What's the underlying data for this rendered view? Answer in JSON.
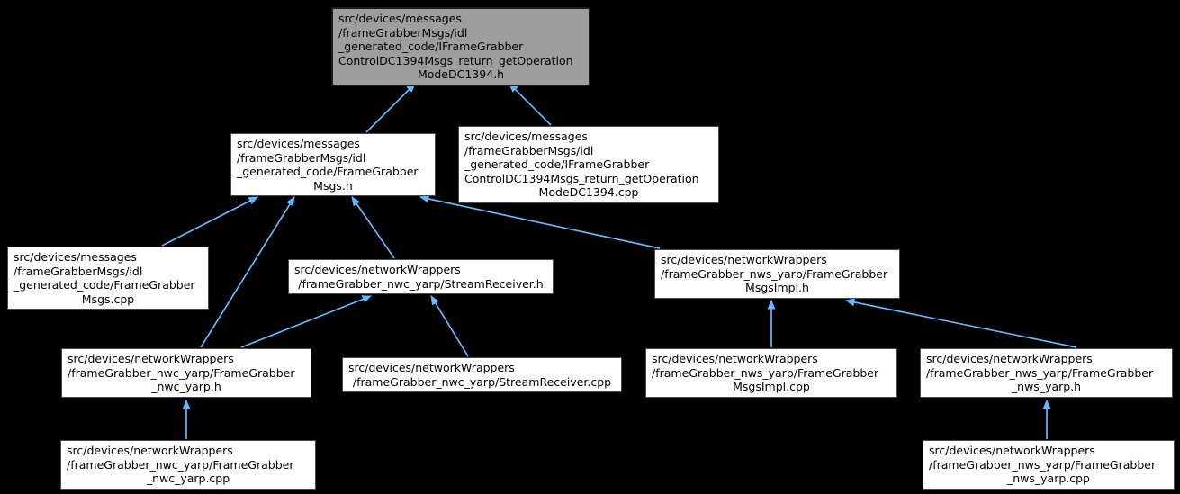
{
  "diagram": {
    "kind": "include-dependency-graph",
    "background_color": "#000000",
    "arrow_color": "#63b8ff",
    "node_fill": "#ffffff",
    "current_node_fill": "#9e9e9e",
    "nodes": {
      "current": {
        "path": "src/devices/messages/frameGrabberMsgs/idl_generated_code/IFrameGrabberControlDC1394Msgs_return_getOperationModeDC1394.h",
        "lines": [
          "src/devices/messages",
          "/frameGrabberMsgs/idl",
          "_generated_code/IFrameGrabber",
          "ControlDC1394Msgs_return_getOperation",
          "ModeDC1394.h"
        ]
      },
      "frameGrabberMsgs_h": {
        "path": "src/devices/messages/frameGrabberMsgs/idl_generated_code/FrameGrabberMsgs.h",
        "lines": [
          "src/devices/messages",
          "/frameGrabberMsgs/idl",
          "_generated_code/FrameGrabber",
          "Msgs.h"
        ]
      },
      "returnGetOperationModeDC1394_cpp": {
        "path": "src/devices/messages/frameGrabberMsgs/idl_generated_code/IFrameGrabberControlDC1394Msgs_return_getOperationModeDC1394.cpp",
        "lines": [
          "src/devices/messages",
          "/frameGrabberMsgs/idl",
          "_generated_code/IFrameGrabber",
          "ControlDC1394Msgs_return_getOperation",
          "ModeDC1394.cpp"
        ]
      },
      "frameGrabberMsgs_cpp": {
        "path": "src/devices/messages/frameGrabberMsgs/idl_generated_code/FrameGrabberMsgs.cpp",
        "lines": [
          "src/devices/messages",
          "/frameGrabberMsgs/idl",
          "_generated_code/FrameGrabber",
          "Msgs.cpp"
        ]
      },
      "streamReceiver_h": {
        "path": "src/devices/networkWrappers/frameGrabber_nwc_yarp/StreamReceiver.h",
        "lines": [
          "src/devices/networkWrappers",
          "/frameGrabber_nwc_yarp/StreamReceiver.h"
        ]
      },
      "frameGrabberMsgsImpl_h": {
        "path": "src/devices/networkWrappers/frameGrabber_nws_yarp/FrameGrabberMsgsImpl.h",
        "lines": [
          "src/devices/networkWrappers",
          "/frameGrabber_nws_yarp/FrameGrabber",
          "MsgsImpl.h"
        ]
      },
      "frameGrabber_nwc_yarp_h": {
        "path": "src/devices/networkWrappers/frameGrabber_nwc_yarp/FrameGrabber_nwc_yarp.h",
        "lines": [
          "src/devices/networkWrappers",
          "/frameGrabber_nwc_yarp/FrameGrabber",
          "_nwc_yarp.h"
        ]
      },
      "streamReceiver_cpp": {
        "path": "src/devices/networkWrappers/frameGrabber_nwc_yarp/StreamReceiver.cpp",
        "lines": [
          "src/devices/networkWrappers",
          "/frameGrabber_nwc_yarp/StreamReceiver.cpp"
        ]
      },
      "frameGrabberMsgsImpl_cpp": {
        "path": "src/devices/networkWrappers/frameGrabber_nws_yarp/FrameGrabberMsgsImpl.cpp",
        "lines": [
          "src/devices/networkWrappers",
          "/frameGrabber_nws_yarp/FrameGrabber",
          "MsgsImpl.cpp"
        ]
      },
      "frameGrabber_nws_yarp_h": {
        "path": "src/devices/networkWrappers/frameGrabber_nws_yarp/FrameGrabber_nws_yarp.h",
        "lines": [
          "src/devices/networkWrappers",
          "/frameGrabber_nws_yarp/FrameGrabber",
          "_nws_yarp.h"
        ]
      },
      "frameGrabber_nwc_yarp_cpp": {
        "path": "src/devices/networkWrappers/frameGrabber_nwc_yarp/FrameGrabber_nwc_yarp.cpp",
        "lines": [
          "src/devices/networkWrappers",
          "/frameGrabber_nwc_yarp/FrameGrabber",
          "_nwc_yarp.cpp"
        ]
      },
      "frameGrabber_nws_yarp_cpp": {
        "path": "src/devices/networkWrappers/frameGrabber_nws_yarp/FrameGrabber_nws_yarp.cpp",
        "lines": [
          "src/devices/networkWrappers",
          "/frameGrabber_nws_yarp/FrameGrabber",
          "_nws_yarp.cpp"
        ]
      }
    },
    "edges": [
      {
        "from": "frameGrabberMsgs_h",
        "to": "current"
      },
      {
        "from": "returnGetOperationModeDC1394_cpp",
        "to": "current"
      },
      {
        "from": "frameGrabberMsgs_cpp",
        "to": "frameGrabberMsgs_h"
      },
      {
        "from": "frameGrabber_nwc_yarp_h",
        "to": "frameGrabberMsgs_h"
      },
      {
        "from": "streamReceiver_h",
        "to": "frameGrabberMsgs_h"
      },
      {
        "from": "frameGrabberMsgsImpl_h",
        "to": "frameGrabberMsgs_h"
      },
      {
        "from": "frameGrabber_nwc_yarp_h",
        "to": "streamReceiver_h"
      },
      {
        "from": "streamReceiver_cpp",
        "to": "streamReceiver_h"
      },
      {
        "from": "frameGrabberMsgsImpl_cpp",
        "to": "frameGrabberMsgsImpl_h"
      },
      {
        "from": "frameGrabber_nws_yarp_h",
        "to": "frameGrabberMsgsImpl_h"
      },
      {
        "from": "frameGrabber_nwc_yarp_cpp",
        "to": "frameGrabber_nwc_yarp_h"
      },
      {
        "from": "frameGrabber_nws_yarp_cpp",
        "to": "frameGrabber_nws_yarp_h"
      }
    ]
  }
}
